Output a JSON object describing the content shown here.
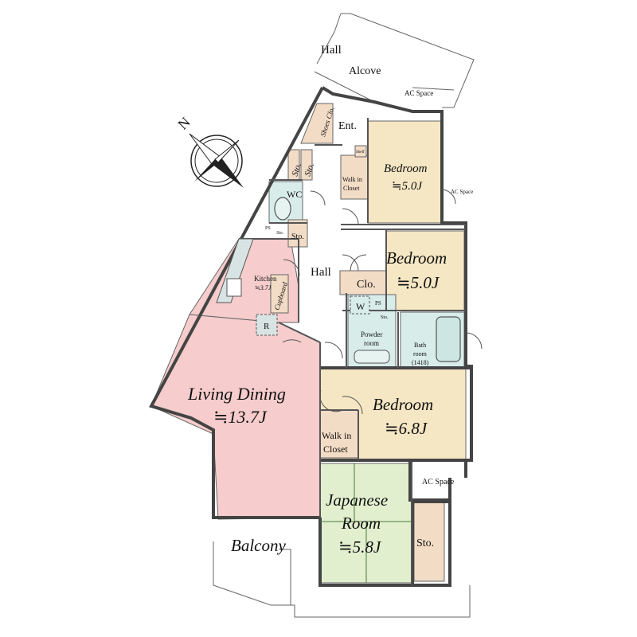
{
  "colors": {
    "living": "#f6cccc",
    "bedroom": "#f5e6c4",
    "japanese": "#e2efcf",
    "wet": "#d8ece9",
    "storage": "#f3dcc6",
    "hall": "#ffffff",
    "wall": "#444444"
  },
  "exterior": {
    "hall": "Hall",
    "alcove": "Alcove",
    "ac_space_top": "AC Space",
    "ac_space_right": "AC Space",
    "ac_space_small": "AC Space"
  },
  "compass": {
    "north": "N"
  },
  "rooms": {
    "entrance": "Ent.",
    "shoes_closet": "Shoes Clo.",
    "storage_1": "Sto.",
    "storage_2": "Sto.",
    "wc": "WC",
    "ps_small": "PS",
    "storage_small": "Sto.",
    "storage_3": "Sto.",
    "kitchen": "Kitchen",
    "kitchen_area": "≒3.7J",
    "cupboard": "Cupboard",
    "refrigerator": "R",
    "hall": "Hall",
    "bedroom1": {
      "label": "Bedroom",
      "area": "≒5.0J"
    },
    "walk_in_closet1": {
      "line1": "Walk in",
      "line2": "Closet"
    },
    "shelf": "Shelf",
    "bedroom2": {
      "label": "Bedroom",
      "area": "≒5.0J"
    },
    "closet": "Clo.",
    "washer": "W",
    "ps": "PS",
    "storage_sm2": "Sto.",
    "powder_room": {
      "line1": "Powder",
      "line2": "room"
    },
    "bath_room": {
      "line1": "Bath",
      "line2": "room",
      "size": "(1418)"
    },
    "living_dining": {
      "label": "Living Dining",
      "area": "≒13.7J"
    },
    "bedroom3": {
      "label": "Bedroom",
      "area": "≒6.8J"
    },
    "walk_in_closet2": {
      "line1": "Walk in",
      "line2": "Closet"
    },
    "japanese_room": {
      "line1": "Japanese",
      "line2": "Room",
      "area": "≒5.8J"
    },
    "storage_jp": "Sto.",
    "balcony": "Balcony"
  }
}
